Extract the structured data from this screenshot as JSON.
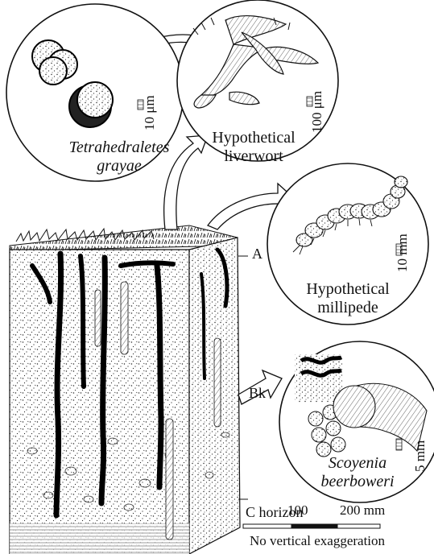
{
  "figure": {
    "insets": {
      "spore": {
        "name_line1": "Tetrahedraletes",
        "name_line2": "grayae",
        "scale": "10 μm"
      },
      "liverwort": {
        "name_line1": "Hypothetical",
        "name_line2": "liverwort",
        "scale": "100 μm"
      },
      "millipede": {
        "name_line1": "Hypothetical",
        "name_line2": "millipede",
        "scale": "10 mm"
      },
      "burrow": {
        "name_line1": "Scoyenia",
        "name_line2": "beerboweri",
        "scale": "5 mm"
      }
    },
    "horizons": {
      "a": "A",
      "bk": "Bk",
      "c": "C horizon"
    },
    "scalebar": {
      "tick1": "100",
      "tick2": "200 mm",
      "note": "No vertical exaggeration"
    }
  },
  "colors": {
    "ink": "#111111",
    "paper": "#ffffff"
  }
}
